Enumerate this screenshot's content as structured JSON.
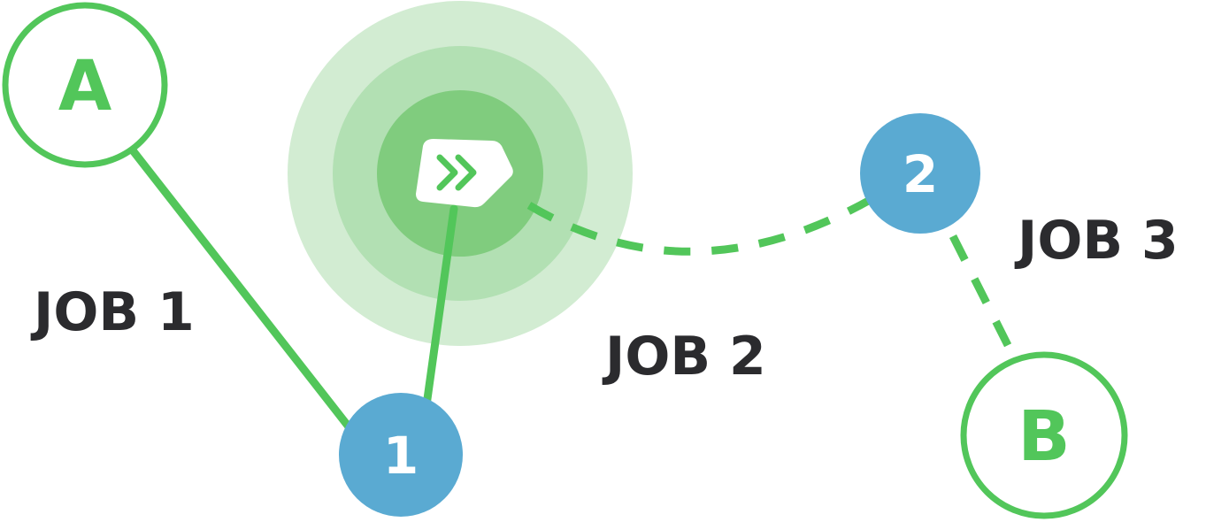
{
  "colors": {
    "green": "#52c65a",
    "blue": "#5aaad2",
    "text": "#2b2b2e",
    "halo_outer": "#d2ecd2",
    "halo_mid": "#b2e0b3",
    "halo_inner": "#80cc7e"
  },
  "nodes": {
    "origin": {
      "label": "A"
    },
    "destination": {
      "label": "B"
    },
    "stop_1": {
      "label": "1"
    },
    "stop_2": {
      "label": "2"
    }
  },
  "jobs": {
    "job_1": {
      "label": "JOB 1",
      "line_style": "solid"
    },
    "job_2": {
      "label": "JOB 2",
      "line_style": "dashed"
    },
    "job_3": {
      "label": "JOB 3",
      "line_style": "dashed"
    }
  },
  "vehicle": {
    "icon": "double-chevron-right-icon"
  }
}
